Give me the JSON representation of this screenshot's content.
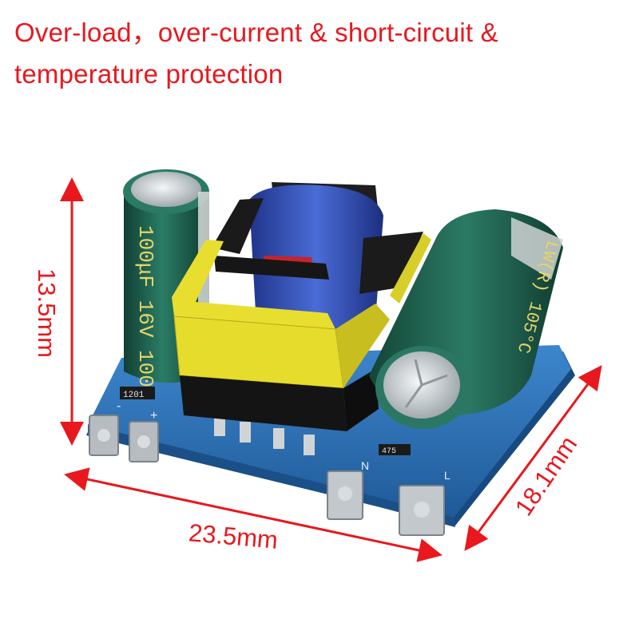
{
  "caption": {
    "line1": "Over-load，over-current & short-circuit &",
    "line2": "temperature protection"
  },
  "dimensions": {
    "height": "13.5mm",
    "width": "23.5mm",
    "depth": "18.1mm"
  },
  "board_markings": {
    "left_cap_text": "100μF 16V 100",
    "right_cap_text": "LW(R) 105°C",
    "resistor_a": "1201",
    "resistor_b": "475",
    "pin_n": "N",
    "pin_l": "L",
    "pin_plus": "+",
    "pin_minus": "-"
  },
  "colors": {
    "annotation": "#e8181e",
    "pcb": "#2c6fb0",
    "capacitor": "#1f6b58",
    "transformer_core": "#e6dc2c",
    "coil": "#3454b8"
  }
}
